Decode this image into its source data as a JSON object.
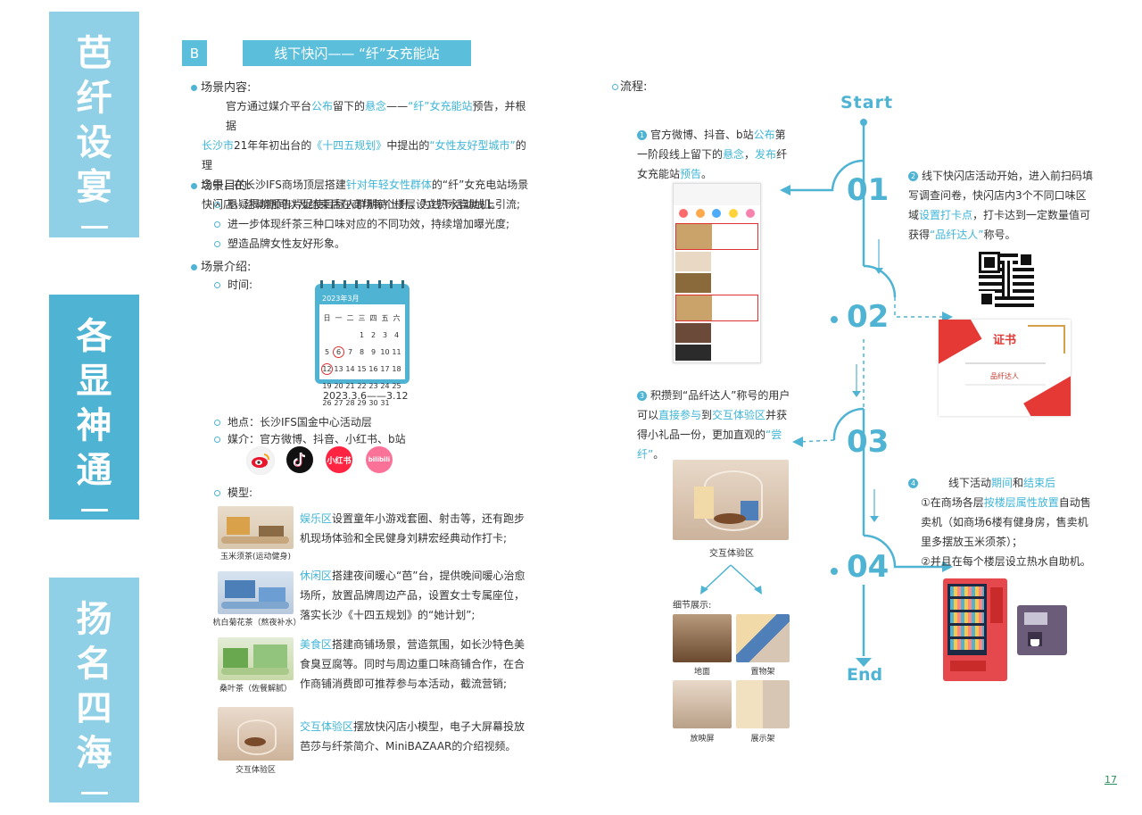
{
  "sidebar": {
    "block1": [
      "芭",
      "纤",
      "设",
      "宴"
    ],
    "block2": [
      "各",
      "显",
      "神",
      "通"
    ],
    "block3": [
      "扬",
      "名",
      "四",
      "海"
    ]
  },
  "header": {
    "badge": "B",
    "title": "线下快闪——  “纤”女充能站"
  },
  "scene_content": {
    "heading": "场景内容:",
    "p1a": "官方通过媒介平台",
    "p1b": "公布",
    "p1c": "留下的",
    "p1d": "悬念",
    "p1e": "——",
    "p1f": "“纤”女充能站",
    "p1g": "预告，并根据",
    "p2a": "长沙市",
    "p2b": "21年年初出台的",
    "p2c": "《十四五规划》",
    "p2d": "中提出的",
    "p2e": "“女性友好型城市”",
    "p2f": "的理",
    "p3a": "念中，在长沙IFS商场顶层搭建",
    "p3b": "针对年轻女性群体",
    "p3c": "的“纤”女充电站场景",
    "p4": "快闪店，活动期间以及结束后在商场每个楼层设立热水自助机。"
  },
  "scene_goal": {
    "heading": "场景目的:",
    "items": [
      "悬疑揭晓预告片促使目标人群期待上升，为线下活动线上引流;",
      "进一步体现纤茶三种口味对应的不同功效，持续增加曝光度;",
      "塑造品牌女性友好形象。"
    ]
  },
  "scene_intro": {
    "heading": "场景介绍:",
    "time_label": "时间:",
    "calendar_month": "2023年3月",
    "weekdays": [
      "日",
      "一",
      "二",
      "三",
      "四",
      "五",
      "六"
    ],
    "days": [
      "",
      "",
      "",
      "1",
      "2",
      "3",
      "4",
      "5",
      "6",
      "7",
      "8",
      "9",
      "10",
      "11",
      "12",
      "13",
      "14",
      "15",
      "16",
      "17",
      "18",
      "19",
      "20",
      "21",
      "22",
      "23",
      "24",
      "25",
      "26",
      "27",
      "28",
      "29",
      "30",
      "31",
      ""
    ],
    "date_range": "2023.3.6——3.12",
    "place": "地点：长沙IFS国金中心活动层",
    "media": "媒介：官方微博、抖音、小红书、b站",
    "media_icons": [
      "微博",
      "抖音",
      "小红书",
      "bilibili"
    ],
    "model_label": "模型:"
  },
  "models": [
    {
      "caption": "玉米须茶(运动健身)",
      "zone": "娱乐区",
      "text": "设置童年小游戏套圈、射击等，还有跑步机现场体验和全民健身刘耕宏经典动作打卡;"
    },
    {
      "caption": "杭白菊花茶（熬夜补水）",
      "zone": "休闲区",
      "text": "搭建夜间暖心“芭”台，提供晚间暖心治愈场所，放置品牌周边产品，设置女士专属座位，落实长沙《十四五规划》的“她计划”;"
    },
    {
      "caption": "桑叶茶（佐餐解腻）",
      "zone": "美食区",
      "text": "搭建商铺场景，营造氛围，如长沙特色美食臭豆腐等。同时与周边重口味商铺合作，在合作商铺消费即可推荐参与本活动，截流营销;"
    },
    {
      "caption": "交互体验区",
      "zone": "交互体验区",
      "text": "摆放快闪店小模型，电子大屏幕投放芭莎与纤茶简介、MiniBAZAAR的介绍视频。"
    }
  ],
  "flow": {
    "heading": "流程:",
    "start": "Start",
    "end": "End",
    "nums": [
      "01",
      "02",
      "03",
      "04"
    ],
    "step1": {
      "n": "1",
      "a": "官方微博、抖音、b站",
      "b": "公布",
      "c": "第一阶段线上留下的",
      "d": "悬念",
      "e": "，",
      "f": "发布",
      "g": "纤女充能站",
      "h": "预告",
      "i": "。"
    },
    "step2": {
      "n": "2",
      "a": "线下快闪店活动开始，进入前扫码填写调查问卷，快闪店内3个不同口味区域",
      "b": "设置打卡点",
      "c": "，打卡达到一定数量值可获得",
      "d": "“品纤达人”",
      "e": "称号。"
    },
    "step3": {
      "n": "3",
      "a": "积攒到“品纤达人”称号的用户可以",
      "b": "直接参与",
      "c": "到",
      "d": "交互体验区",
      "e": "并获得小礼品一份，更加直观的",
      "f": "“尝纤”",
      "g": "。"
    },
    "step4": {
      "n": "4",
      "a": "线下活动",
      "b": "期间",
      "c": "和",
      "d": "结束后",
      "e": "①在商场各层",
      "f": "按楼层属性放置",
      "g": "自动售卖机（如商场6楼有健身房，售卖机里多摆放玉米须茶）；",
      "h": "②并且在每个楼层设立热水自助机。"
    },
    "cert_title": "证书",
    "cert_name": "品纤达人",
    "interactive_caption": "交互体验区",
    "detail_label": "细节展示:",
    "details": [
      "地面",
      "置物架",
      "放映屏",
      "展示架"
    ]
  },
  "page_number": "17",
  "colors": {
    "accent": "#4fb3d3",
    "light": "#8fd0e6",
    "highlight": "#3fb6d8"
  }
}
